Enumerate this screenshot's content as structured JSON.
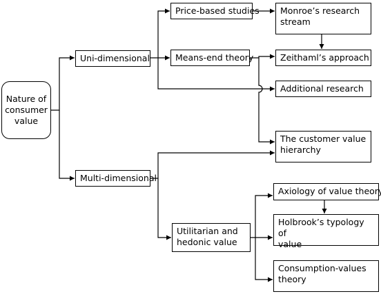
{
  "nodes": {
    "root": "Nature of\nconsumer\nvalue",
    "uni": "Uni-dimensional",
    "multi": "Multi-dimensional",
    "price": "Price-based studies",
    "means": "Means-end theory",
    "utilitarian": "Utilitarian and\nhedonic value",
    "monroe": "Monroe’s research\nstream",
    "zeithaml": "Zeithaml’s approach",
    "additional": "Additional research",
    "hierarchy": "The customer value\nhierarchy",
    "axiology": "Axiology of value theory",
    "holbrook": "Holbrook’s typology of\nvalue",
    "consumption": "Consumption-values\ntheory"
  },
  "colors": {
    "line": "#000000",
    "box_border": "#000000",
    "background": "#ffffff"
  }
}
